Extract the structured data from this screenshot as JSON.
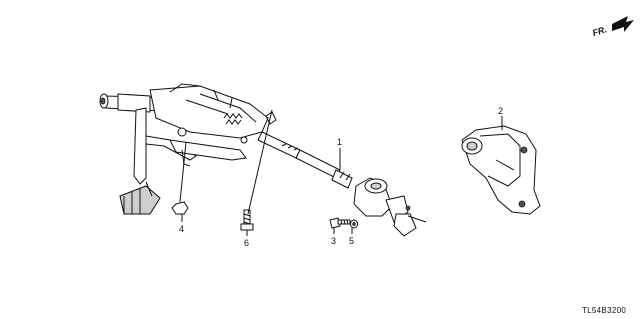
{
  "diagram": {
    "direction_label": "FR.",
    "reference_code": "TL54B3200",
    "callouts": [
      {
        "id": "1",
        "label": "1"
      },
      {
        "id": "2",
        "label": "2"
      },
      {
        "id": "3",
        "label": "3"
      },
      {
        "id": "4",
        "label": "4"
      },
      {
        "id": "5",
        "label": "5"
      },
      {
        "id": "6",
        "label": "6"
      }
    ]
  }
}
